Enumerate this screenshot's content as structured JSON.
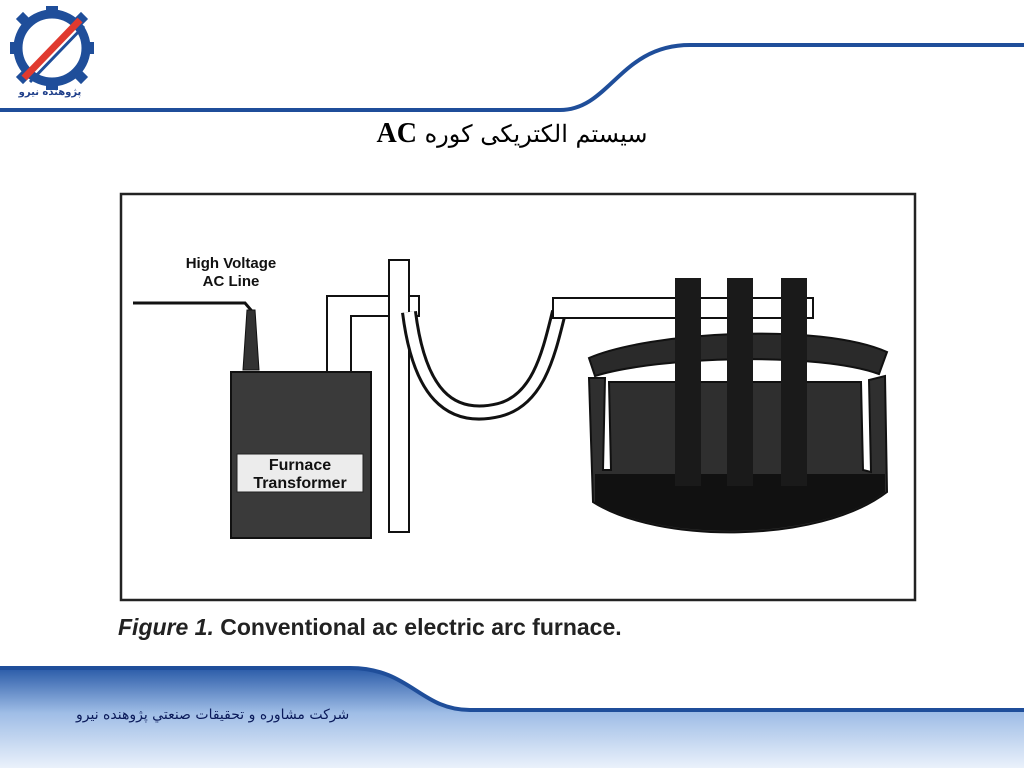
{
  "header": {
    "logo_caption": "پژوهنده نیرو",
    "title_fa": "سیستم الکتریکی کوره",
    "title_ac": "AC"
  },
  "figure": {
    "labels": {
      "hv_line_1": "High Voltage",
      "hv_line_2": "AC Line",
      "transformer_1": "Furnace",
      "transformer_2": "Transformer"
    },
    "caption_prefix": "Figure 1.",
    "caption_text": " Conventional ac electric arc furnace."
  },
  "footer": {
    "company": "شرکت مشاوره و تحقیقات صنعتي پژوهنده نیرو"
  },
  "colors": {
    "accent": "#1f4e9a",
    "footer_gradient_top": "#1f4e9a",
    "footer_gradient_bottom": "#eaf1fb",
    "logo_red": "#e03a2f"
  }
}
